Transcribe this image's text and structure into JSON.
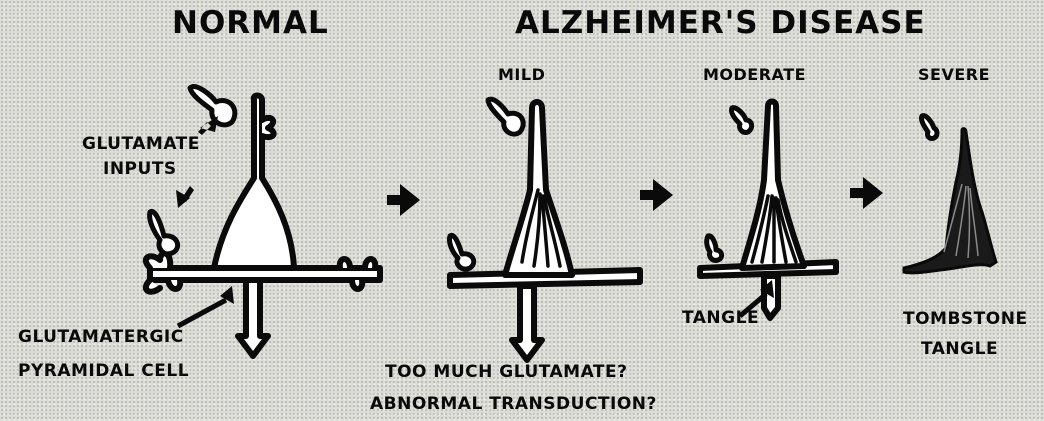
{
  "headings": {
    "normal": "NORMAL",
    "disease": "ALZHEIMER'S DISEASE"
  },
  "stages": {
    "mild": "MILD",
    "moderate": "MODERATE",
    "severe": "SEVERE"
  },
  "labels": {
    "glutamate_inputs_line1": "GLUTAMATE",
    "glutamate_inputs_line2": "INPUTS",
    "pyramidal_line1": "GLUTAMATERGIC",
    "pyramidal_line2": "PYRAMIDAL CELL",
    "question1": "TOO MUCH GLUTAMATE?",
    "question2": "ABNORMAL TRANSDUCTION?",
    "tangle": "TANGLE",
    "tombstone_line1": "TOMBSTONE",
    "tombstone_line2": "TANGLE"
  },
  "colors": {
    "ink": "#0a0a0a",
    "background": "#dcdcd6",
    "cell_fill": "#ffffff"
  }
}
